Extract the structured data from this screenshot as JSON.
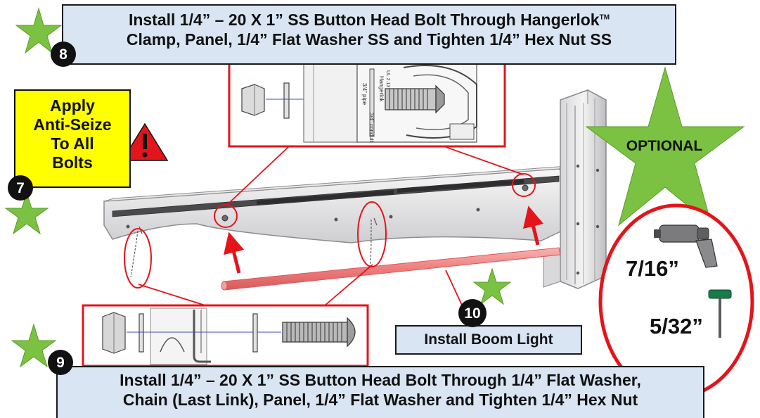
{
  "callouts": {
    "step8": {
      "number": "8",
      "line1": "Install 1/4” – 20 X 1” SS Button Head Bolt Through Hangerlok",
      "trademark": "TM",
      "line2": "Clamp, Panel, 1/4” Flat Washer SS and Tighten 1/4” Hex Nut SS"
    },
    "step9": {
      "number": "9",
      "line1": "Install 1/4” – 20 X 1” SS Button Head Bolt Through 1/4” Flat Washer,",
      "line2": "Chain (Last Link), Panel, 1/4” Flat Washer and Tighten 1/4” Hex Nut"
    },
    "step10": {
      "number": "10",
      "label": "Install Boom Light"
    },
    "step7": {
      "number": "7",
      "lines": [
        "Apply",
        "Anti-Seize",
        "To All",
        "Bolts"
      ]
    }
  },
  "warning_icon": "warning-triangle-icon",
  "optional_label": "OPTIONAL",
  "tools": {
    "impact_wrench": {
      "icon": "impact-wrench-icon",
      "size": "7/16”"
    },
    "hex_key": {
      "icon": "hex-key-icon",
      "size": "5/32”"
    }
  },
  "clamp_detail": {
    "label_a": "3/4” pipe",
    "label_b": "3/4” conduit",
    "label_c": "Hangerlok",
    "label_d": "UL 2.13"
  },
  "colors": {
    "callout_fill": "#d9e5f2",
    "note_fill": "#ffff00",
    "star_green": "#7cc242",
    "highlight_red": "#e4141b",
    "light_tube": "#f08a8a"
  }
}
